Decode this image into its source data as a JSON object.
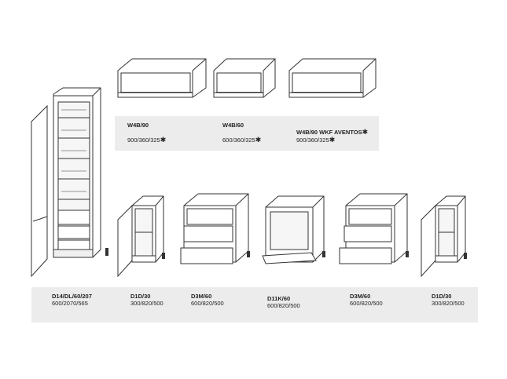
{
  "wall_units": [
    {
      "code": "W4B/90",
      "dims": "900/360/325",
      "mark": "✱"
    },
    {
      "code": "W4B/60",
      "dims": "600/360/325",
      "mark": "✱"
    },
    {
      "code": "W4B/90 WKF AVENTOS",
      "code_mark": "✱",
      "dims": "900/360/325",
      "mark": "✱"
    }
  ],
  "base_units": [
    {
      "code": "D14/DL/60/207",
      "dims": "600/2070/565"
    },
    {
      "code": "D1D/30",
      "dims": "300/820/500"
    },
    {
      "code": "D3M/60",
      "dims": "600/820/500"
    },
    {
      "code": "D11K/60",
      "dims": "600/820/500"
    },
    {
      "code": "D3M/60",
      "dims": "600/820/500"
    },
    {
      "code": "D1D/30",
      "dims": "300/820/500"
    }
  ],
  "colors": {
    "band": "#ececec",
    "line": "#333333",
    "text": "#222222"
  }
}
